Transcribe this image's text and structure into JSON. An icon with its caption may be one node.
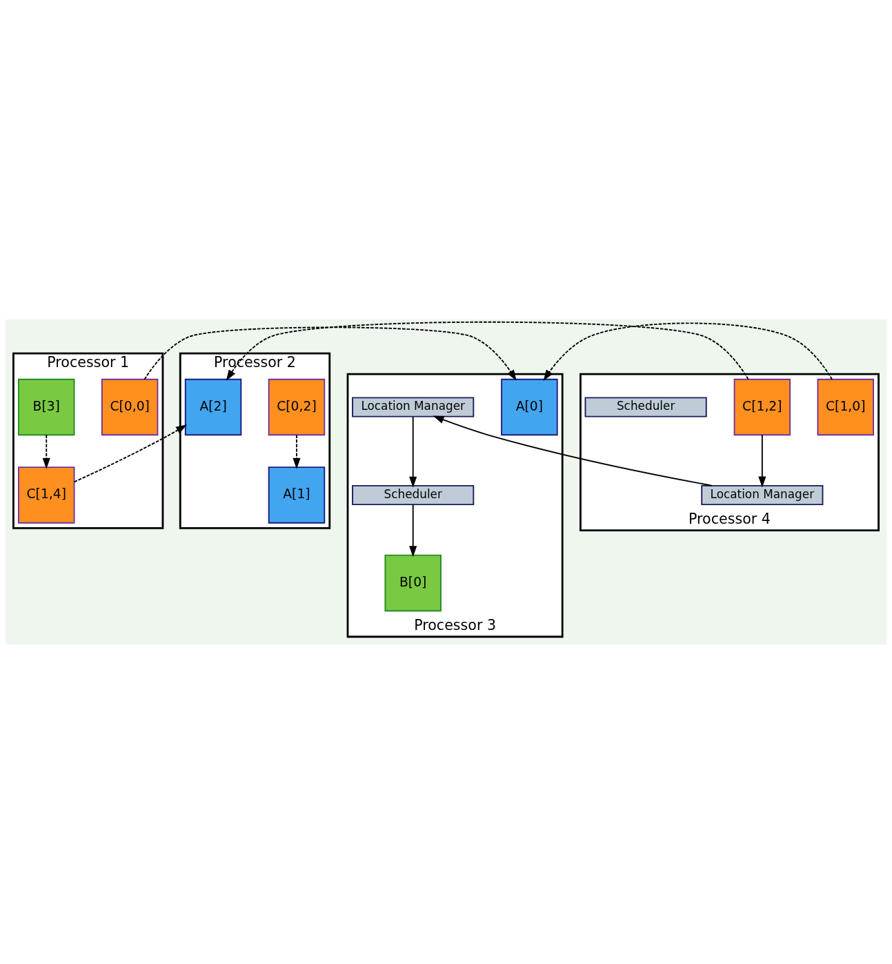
{
  "diagram": {
    "nodes": [
      {
        "text": [
          "Processor 1"
        ]
      },
      {
        "text": [
          "C[0,0]"
        ],
        "in": 0
      },
      {
        "text": [
          "B[3]"
        ],
        "in": 0
      },
      {
        "text": [
          "C[1,4]"
        ],
        "in": 0
      },
      {
        "text": [
          "Processor 2"
        ]
      },
      {
        "text": [
          "C[0,2]"
        ],
        "in": 4
      },
      {
        "text": [
          "A[2]"
        ],
        "in": 4
      },
      {
        "text": [
          "A[1]"
        ],
        "in": 4
      },
      {
        "text": [
          "Processor 3"
        ]
      },
      {
        "text": [
          "A[0]"
        ],
        "in": 8
      },
      {
        "text": [
          "B[0]"
        ],
        "in": 8
      },
      {
        "text": [
          "Scheduler"
        ],
        "in": 8
      },
      {
        "text": [
          "Location Manager"
        ],
        "in": 8
      },
      {
        "text": [
          "Processor 4"
        ]
      },
      {
        "text": [
          "C[1,0]"
        ],
        "in": 13
      },
      {
        "text": [
          "C[1,2]"
        ],
        "in": 13
      },
      {
        "text": [
          "Scheduler"
        ],
        "in": 13
      },
      {
        "text": [
          "Location Manager"
        ],
        "in": 13
      }
    ],
    "edges": [
      {
        "from": 1,
        "to": 9,
        "arrow": "to",
        "style": "dashed"
      },
      {
        "from": 2,
        "to": 3,
        "arrow": "to",
        "style": "dashed"
      },
      {
        "from": 3,
        "to": 6,
        "arrow": "to",
        "style": "dashed"
      },
      {
        "from": 5,
        "to": 7,
        "arrow": "to",
        "style": "dashed"
      },
      {
        "from": 15,
        "to": 6,
        "arrow": "to",
        "style": "dashed"
      },
      {
        "from": 14,
        "to": 9,
        "arrow": "to",
        "style": "dashed"
      },
      {
        "from": 11,
        "to": 10,
        "arrow": "to"
      },
      {
        "from": 12,
        "to": 11,
        "arrow": "to"
      },
      {
        "from": 17,
        "to": 12,
        "arrow": "to"
      },
      {
        "from": 15,
        "to": 17,
        "arrow": "to"
      }
    ]
  }
}
